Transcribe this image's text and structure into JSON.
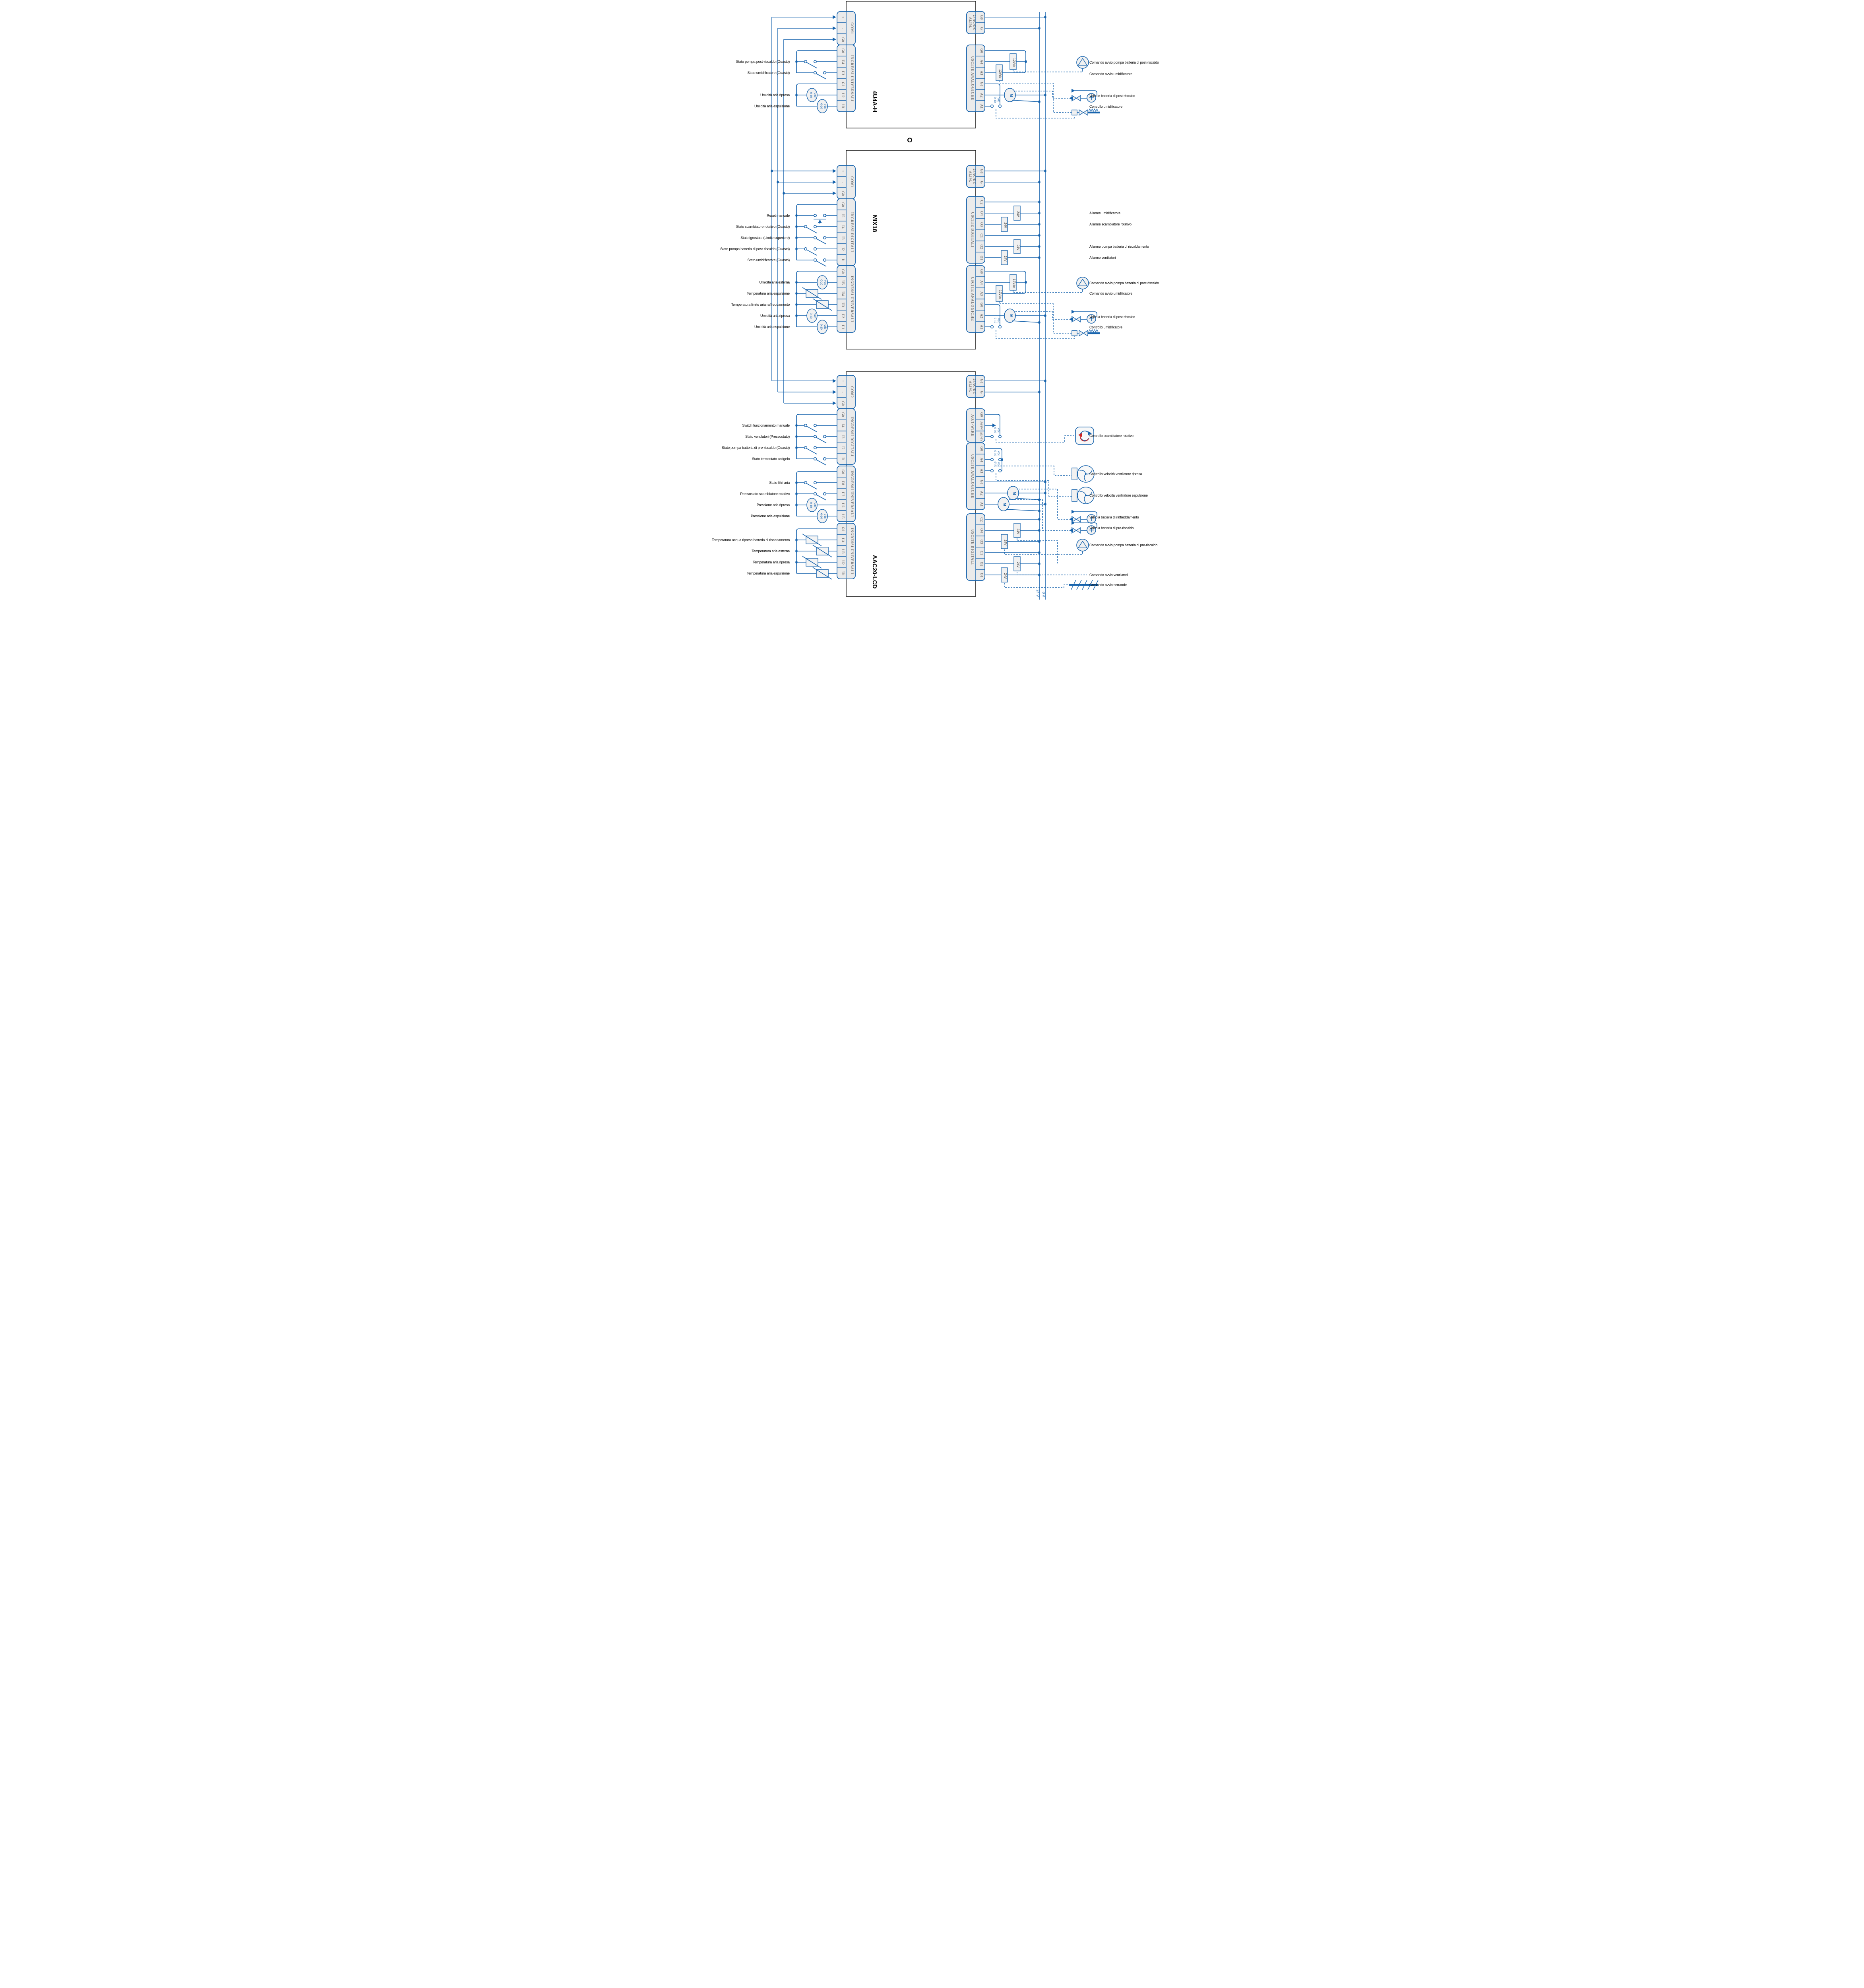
{
  "diagram": {
    "or_label": "O",
    "bus": {
      "v24_label": "24 V",
      "v0_label": "0 V"
    },
    "lexicon": {
      "signal_range_lines": [
        "0-10",
        "Vdc"
      ],
      "box_24v": "24V",
      "box_12v": "12Vdc",
      "motor": "M"
    },
    "blocks": [
      {
        "id": "4u4a-h",
        "title": "4U4A-H",
        "left_strips": [
          {
            "label": "COM1",
            "terminals": [
              "+",
              "-",
              "G0"
            ]
          },
          {
            "label": "INGRESSI UNIVERSALI",
            "terminals": [
              "G0",
              "U4",
              "U3",
              "G0",
              "U2",
              "U1"
            ]
          }
        ],
        "right_strips": [
          {
            "label_lines": [
              "ALIM.",
              "24AC/DC"
            ],
            "terminals": [
              "G0",
              "G"
            ]
          },
          {
            "label": "USCITE ANALOGICHE",
            "terminals": [
              "G0",
              "A4",
              "A3",
              "G0",
              "A2",
              "A1"
            ]
          }
        ],
        "inputs": [
          {
            "terminal": "U4",
            "symbol": "nc-contact",
            "label": "Stato pompa post-riscaldo (Guasto)"
          },
          {
            "terminal": "U3",
            "symbol": "nc-contact",
            "label": "Stato umidificatore (Guasto)"
          },
          {
            "terminal": "U2",
            "symbol": "sensor-0-10",
            "label": "Umidità aria ripresa"
          },
          {
            "terminal": "U1",
            "symbol": "sensor-0-10",
            "label": "Umidità aria espulsione"
          }
        ],
        "outputs": [
          {
            "terminal": "A4",
            "symbol": "pump",
            "box": "12Vdc",
            "label": "Comando avvio pompa batteria di post-riscaldo"
          },
          {
            "terminal": "A3",
            "symbol": "none",
            "box": "12Vdc",
            "label": "Comando avvio umidificatore"
          },
          {
            "terminal": "A2",
            "symbol": "valve-plus",
            "label": "Valvole batteria di post-riscaldo"
          },
          {
            "terminal": "A1",
            "symbol": "humidifier",
            "label": "Controllo umidificatore"
          }
        ]
      },
      {
        "id": "mix18",
        "title": "MIX18",
        "left_strips": [
          {
            "label": "COM1",
            "terminals": [
              "+",
              "-",
              "G0"
            ]
          },
          {
            "label": "INGRESSI DIGITALI",
            "terminals": [
              "G0",
              "I5",
              "I4",
              "I3",
              "I2",
              "I1"
            ]
          },
          {
            "label": "INGRESSI UNIVERSALI",
            "terminals": [
              "G0",
              "U5",
              "U4",
              "U3",
              "U2",
              "U1"
            ]
          }
        ],
        "right_strips": [
          {
            "label_lines": [
              "ALIM.",
              "24AC/DC"
            ],
            "terminals": [
              "G0",
              "G"
            ]
          },
          {
            "label": "USCITE DIGITALI",
            "terminals": [
              "C2",
              "O4",
              "O3",
              "C1",
              "O2",
              "O1"
            ]
          },
          {
            "label": "USCITE ANALOGICHE",
            "terminals": [
              "G0",
              "A4",
              "A3",
              "G0",
              "A2",
              "A1"
            ]
          }
        ],
        "inputs": [
          {
            "terminal": "I5",
            "symbol": "push-button",
            "label": "Reset manuale"
          },
          {
            "terminal": "I4",
            "symbol": "nc-contact",
            "label": "Stato scambiatore rotativo (Guasto)"
          },
          {
            "terminal": "I3",
            "symbol": "nc-contact",
            "label": "Stato igrostato (Limite superiore)"
          },
          {
            "terminal": "I2",
            "symbol": "nc-contact",
            "label": "Stato pompa batteria di post-riscaldo (Guasto)"
          },
          {
            "terminal": "I1",
            "symbol": "nc-contact",
            "label": "Stato umidificatore (Guasto)"
          },
          {
            "terminal": "U5",
            "symbol": "sensor-0-10",
            "label": "Umidità aria esterna"
          },
          {
            "terminal": "U4",
            "symbol": "thermistor",
            "label": "Temperatura aria espulsione"
          },
          {
            "terminal": "U3",
            "symbol": "thermistor",
            "label": "Temperatura limite aria raffreddamento"
          },
          {
            "terminal": "U2",
            "symbol": "sensor-0-10",
            "label": "Umidità aria ripresa"
          },
          {
            "terminal": "U1",
            "symbol": "sensor-0-10",
            "label": "Umidità aria espulsione"
          }
        ],
        "outputs": [
          {
            "terminal": "O4",
            "symbol": "alarm",
            "box": "24V",
            "label": "Allarme umidificatore"
          },
          {
            "terminal": "O3",
            "symbol": "alarm",
            "box": "24V",
            "label": "Allarme scambiatore rotativo"
          },
          {
            "terminal": "O2",
            "symbol": "alarm",
            "box": "24V",
            "label": "Allarme pompa batteria di riscaldamento"
          },
          {
            "terminal": "O1",
            "symbol": "alarm",
            "box": "24V",
            "label": "Allarme ventilatori"
          },
          {
            "terminal": "A4",
            "symbol": "pump",
            "box": "12Vdc",
            "label": "Comando avvio pompa batteria di post-riscaldo"
          },
          {
            "terminal": "A3",
            "symbol": "none",
            "box": "12Vdc",
            "label": "Comando avvio umidificatore"
          },
          {
            "terminal": "A2",
            "symbol": "valve-plus",
            "label": "Valvola batteria di post-riscaldo"
          },
          {
            "terminal": "A1",
            "symbol": "humidifier",
            "label": "Controllo umidificatore"
          }
        ]
      },
      {
        "id": "aac20-lcd",
        "title": "AAC20-LCD",
        "left_strips": [
          {
            "label": "COM2",
            "terminals": [
              "+",
              "-",
              "G0"
            ]
          },
          {
            "label": "INGRESSI DIGITALI",
            "terminals": [
              "G0",
              "I4",
              "I3",
              "I2",
              "I1"
            ]
          },
          {
            "label": "INGRESSI UNIVERSALI",
            "terminals": [
              "G0",
              "U8",
              "U7",
              "U6",
              "U5"
            ]
          },
          {
            "label": "INGRESSI UNIVERSALI",
            "terminals": [
              "G0",
              "U4",
              "U3",
              "U2",
              "U1"
            ]
          }
        ],
        "right_strips": [
          {
            "label_lines": [
              "ALIM.",
              "24AC/DC"
            ],
            "terminals": [
              "G0",
              "G"
            ]
          },
          {
            "label": "AO/1-WIRE",
            "terminals": [
              "G0",
              "A6/1W",
              "A5/+5V"
            ]
          },
          {
            "label": "USCITE ANALOGICHE",
            "terminals": [
              "G0",
              "A4",
              "A3",
              "G0",
              "A2",
              "A1"
            ]
          },
          {
            "label": "USCITE DIGITALI",
            "terminals": [
              "C2",
              "O4",
              "O3",
              "C1",
              "O2",
              "O1"
            ]
          }
        ],
        "inputs": [
          {
            "terminal": "I4",
            "symbol": "nc-contact",
            "label": "Switch funzionamento manuale"
          },
          {
            "terminal": "I3",
            "symbol": "nc-contact",
            "label": "Stato ventilatori (Pressostato)"
          },
          {
            "terminal": "I2",
            "symbol": "nc-contact",
            "label": "Stato pompa batteria di pre-riscaldo (Guasto)"
          },
          {
            "terminal": "I1",
            "symbol": "nc-contact",
            "label": "Stato termostato antigelo"
          },
          {
            "terminal": "U8",
            "symbol": "nc-contact",
            "label": "Stato filtri aria"
          },
          {
            "terminal": "U7",
            "symbol": "nc-contact",
            "label": "Pressostato scambiatore rotativo"
          },
          {
            "terminal": "U6",
            "symbol": "sensor-0-10",
            "label": "Pressione aria ripresa"
          },
          {
            "terminal": "U5",
            "symbol": "sensor-0-10",
            "label": "Pressione aria espulsione"
          },
          {
            "terminal": "U4",
            "symbol": "thermistor",
            "label": "Temperatura acqua ripresa batteria di riscadamento"
          },
          {
            "terminal": "U3",
            "symbol": "thermistor",
            "label": "Temperatura aria esterna"
          },
          {
            "terminal": "U2",
            "symbol": "thermistor",
            "label": "Temperatura aria ripresa"
          },
          {
            "terminal": "U1",
            "symbol": "thermistor",
            "label": "Temperatura aria espulsione"
          }
        ],
        "outputs": [
          {
            "terminal": "A5/+5V",
            "symbol": "rotary-exchanger",
            "label": "Controllo scambiatore rotativo"
          },
          {
            "terminal": "A4",
            "symbol": "fan",
            "label": "Controllo velocità ventilatore ripresa"
          },
          {
            "terminal": "A3",
            "symbol": "fan",
            "label": "Controllo velocità ventilatore espulsione"
          },
          {
            "terminal": "A2",
            "symbol": "valve-minus",
            "label": "Valvola batteria di raffreddamento"
          },
          {
            "terminal": "A1",
            "symbol": "valve-plus",
            "label": "Valvola batteria di pre-riscaldo"
          },
          {
            "terminal": "O3",
            "symbol": "pump",
            "box": "24V",
            "label": "Comando avvio pompa batteria di pre-riscaldo"
          },
          {
            "terminal": "O2",
            "symbol": "none",
            "box": "24V",
            "label": "Comando avvio ventilatori"
          },
          {
            "terminal": "O1",
            "symbol": "damper",
            "box": "24V",
            "label": "Comando avvio serrande"
          }
        ]
      }
    ]
  }
}
